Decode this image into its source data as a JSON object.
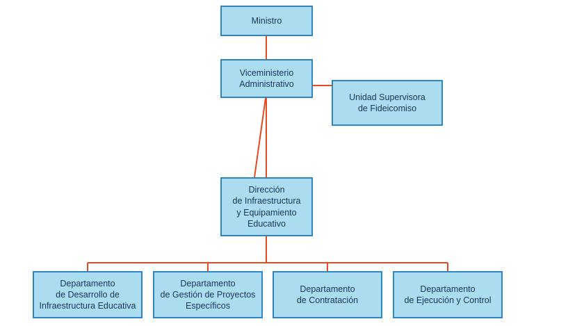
{
  "chart_type": "org-chart",
  "colors": {
    "box_fill": "#abdcf0",
    "box_border": "#2e86c1",
    "connector_line": "#e8491d",
    "text": "#16365c",
    "background": "#ffffff"
  },
  "nodes": {
    "ministro": {
      "label": "Ministro"
    },
    "viceministerio": {
      "label": "Viceministerio\nAdministrativo"
    },
    "unidad_supervisora": {
      "label": "Unidad Supervisora\nde Fideicomiso"
    },
    "direccion": {
      "label": "Dirección\nde Infraestructura\ny Equipamiento\nEducativo"
    },
    "dep_desarrollo": {
      "label": "Departamento\nde Desarrollo de\nInfraestructura Educativa"
    },
    "dep_gestion": {
      "label": "Departamento\nde Gestión de Proyectos\nEspecíficos"
    },
    "dep_contratacion": {
      "label": "Departamento\nde Contratación"
    },
    "dep_ejecucion": {
      "label": "Departamento\nde Ejecución y Control"
    }
  },
  "edges": [
    {
      "from": "ministro",
      "to": "viceministerio"
    },
    {
      "from": "viceministerio",
      "to": "unidad_supervisora"
    },
    {
      "from": "viceministerio",
      "to": "direccion"
    },
    {
      "from": "direccion",
      "to": "dep_desarrollo"
    },
    {
      "from": "direccion",
      "to": "dep_gestion"
    },
    {
      "from": "direccion",
      "to": "dep_contratacion"
    },
    {
      "from": "direccion",
      "to": "dep_ejecucion"
    }
  ]
}
